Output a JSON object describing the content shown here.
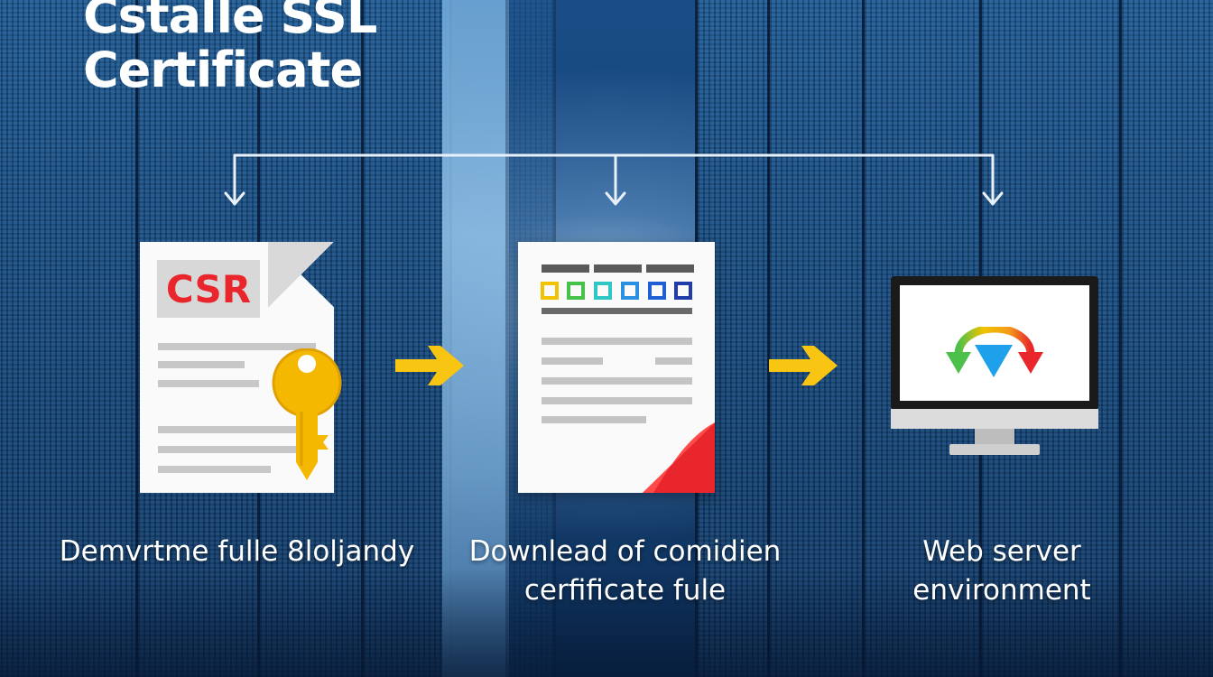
{
  "title": {
    "line1": "Cstalle SSL",
    "line2": "Certificate"
  },
  "steps": [
    {
      "id": "csr",
      "badge": "CSR",
      "icon": "csr-document-with-key-icon",
      "caption_lines": [
        "Demvrtme fulle 8loljandy"
      ]
    },
    {
      "id": "certificate",
      "icon": "certificate-document-icon",
      "caption_lines": [
        "Downlead of comidien",
        "cerfificate fule"
      ]
    },
    {
      "id": "server",
      "icon": "web-server-monitor-icon",
      "caption_lines": [
        "Web server",
        "environment"
      ]
    }
  ],
  "colors": {
    "arrow_yellow": "#f7c512",
    "csr_red": "#e8262b",
    "key_gold": "#f5b800",
    "connector": "#e8f1fa",
    "squares": [
      "#f2c300",
      "#46c24a",
      "#2fc6c6",
      "#2a8fe0",
      "#1f5fd6",
      "#1f3ca8"
    ]
  }
}
